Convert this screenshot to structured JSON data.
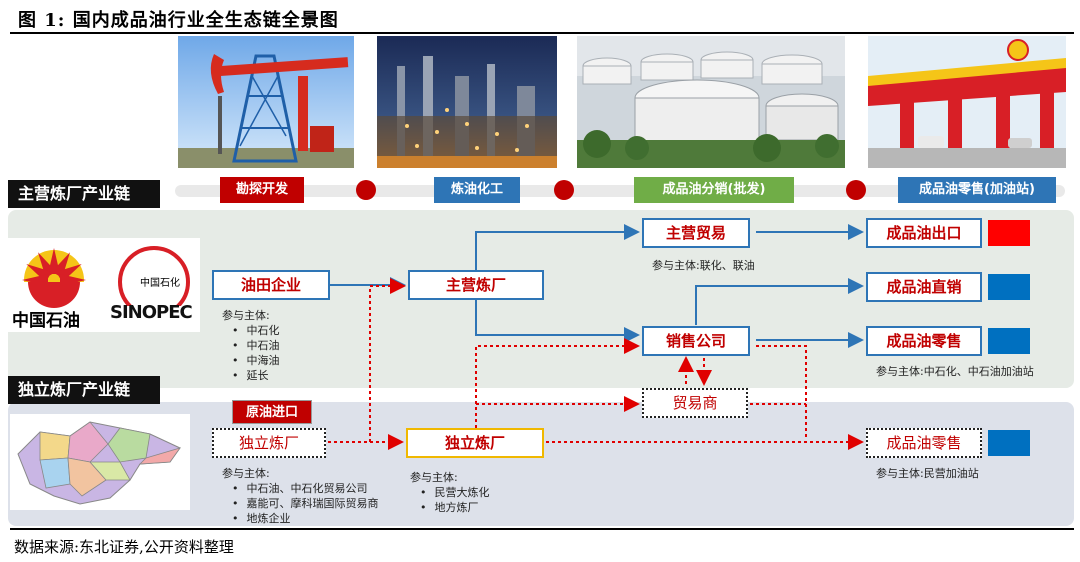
{
  "figure": {
    "title": "图 1: 国内成品油行业全生态链全景图",
    "source": "数据来源:东北证券,公开资料整理"
  },
  "photos": [
    "pumpjack-photo",
    "refinery-photo",
    "storage-tanks-photo",
    "gas-station-photo"
  ],
  "chains": {
    "main": "主营炼厂产业链",
    "independent": "独立炼厂产业链"
  },
  "stages": [
    {
      "label": "勘探开发",
      "color": "#c00000"
    },
    {
      "label": "炼油化工",
      "color": "#2e75b6"
    },
    {
      "label": "成品油分销(批发)",
      "color": "#70ad47"
    },
    {
      "label": "成品油零售(加油站)",
      "color": "#2e75b6"
    }
  ],
  "logos": {
    "cnpc_text": "中国石油",
    "sinopec_text": "SINOPEC",
    "sinopec_cn": "中国石化"
  },
  "nodes": {
    "oilfield": "油田企业",
    "main_refinery": "主营炼厂",
    "main_trade": "主营贸易",
    "sales_company": "销售公司",
    "export": "成品油出口",
    "direct_sales": "成品油直销",
    "retail_main": "成品油零售",
    "trader": "贸易商",
    "crude_import": "原油进口",
    "indep_refinery_a": "独立炼厂",
    "indep_refinery_b": "独立炼厂",
    "retail_indep": "成品油零售"
  },
  "participants": {
    "oilfield_header": "参与主体:",
    "oilfield_items": [
      "中石化",
      "中石油",
      "中海油",
      "延长"
    ],
    "main_trade": "参与主体:联化、联油",
    "retail_main": "参与主体:中石化、中石油加油站",
    "indep_a_header": "参与主体:",
    "indep_a_items": [
      "中石油、中石化贸易公司",
      "嘉能可、摩科瑞国际贸易商",
      "地炼企业"
    ],
    "indep_b_header": "参与主体:",
    "indep_b_items": [
      "民营大炼化",
      "地方炼厂"
    ],
    "retail_indep": "参与主体:民营加油站"
  },
  "swatches": {
    "export": "#ff0000",
    "direct": "#0070c0",
    "retail_main": "#0070c0",
    "retail_indep": "#0070c0"
  },
  "colors": {
    "blue_line": "#2e75b6",
    "red_dotted": "#e00000",
    "dark_red": "#c00000"
  }
}
